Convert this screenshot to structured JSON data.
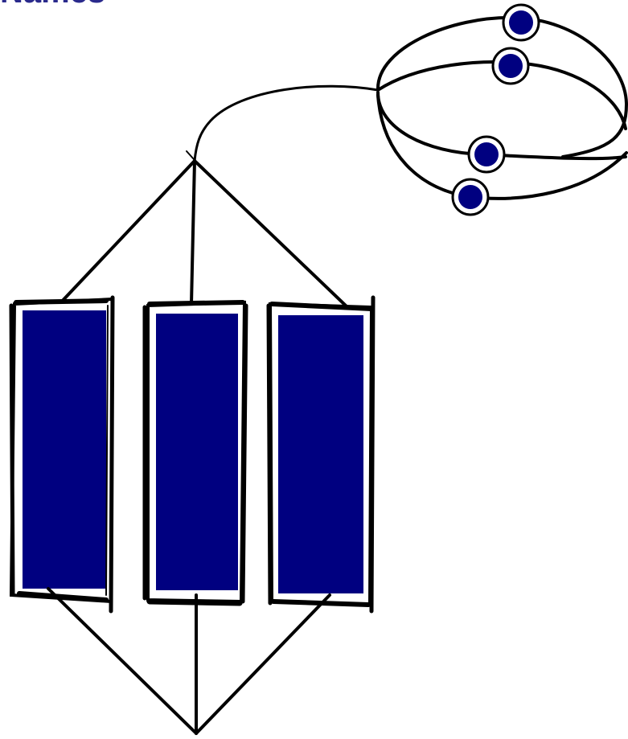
{
  "colors": {
    "ink": "#000000",
    "fill": "#000080",
    "background": "#ffffff",
    "title_fragment": "#2a2a8c"
  },
  "title_fragment": "Names",
  "diagram": {
    "panels": [
      "panel-left",
      "panel-middle",
      "panel-right"
    ],
    "orbit_beads": [
      "bead-1",
      "bead-2",
      "bead-3",
      "bead-4"
    ]
  }
}
